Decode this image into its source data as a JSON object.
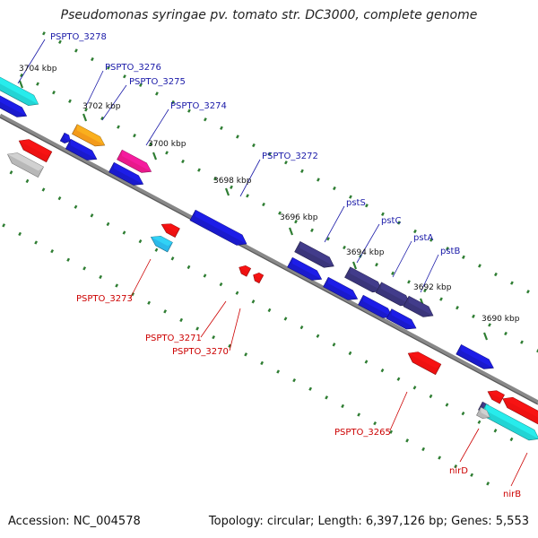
{
  "title": "Pseudomonas syringae pv. tomato str. DC3000, complete genome",
  "footer": {
    "accession": "Accession: NC_004578",
    "topology": "Topology: circular; Length: 6,397,126 bp; Genes: 5,553"
  },
  "colors": {
    "backbone": "#888888",
    "tick": "#2e7d32",
    "forward_label": "#1a1aa8",
    "reverse_label": "#cc0000",
    "blue": "#1a1acc",
    "navy": "#3a357a",
    "red": "#ee1111",
    "cyan": "#22d4d4",
    "orange": "#f39a1a",
    "magenta": "#e8198b",
    "gray": "#b8b8b8",
    "lightblue": "#2bb9ea"
  },
  "kbp_labels": [
    "3704 kbp",
    "3702 kbp",
    "3700 kbp",
    "3698 kbp",
    "3696 kbp",
    "3694 kbp",
    "3692 kbp",
    "3690 kbp"
  ],
  "gene_labels": {
    "forward": [
      "PSPTO_3278",
      "PSPTO_3276",
      "PSPTO_3275",
      "PSPTO_3274",
      "PSPTO_3272",
      "pstS",
      "pstC",
      "pstA",
      "pstB"
    ],
    "reverse": [
      "PSPTO_3273",
      "PSPTO_3271",
      "PSPTO_3270",
      "PSPTO_3265",
      "nirD",
      "nirB"
    ]
  }
}
